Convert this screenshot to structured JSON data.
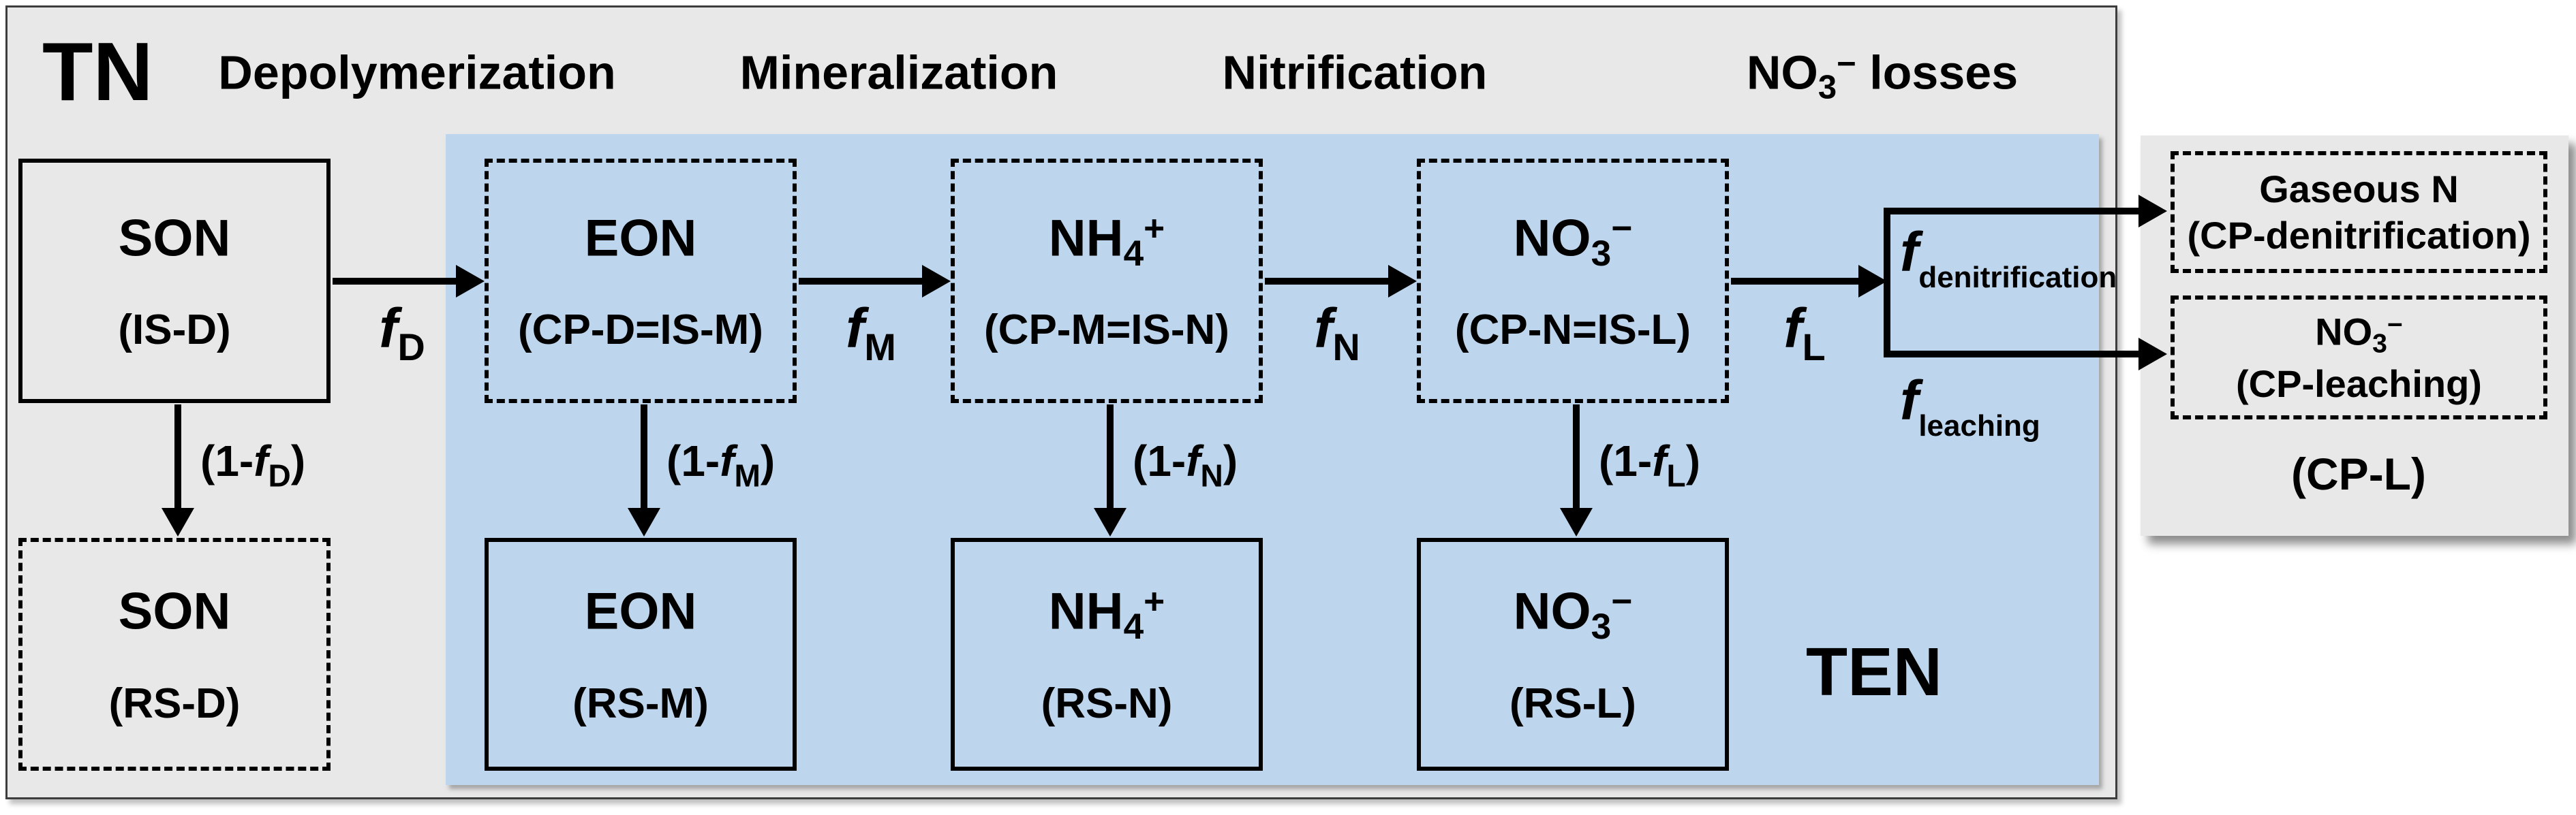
{
  "title": "TN",
  "ten_label": "TEN",
  "headings": [
    {
      "pre": "Depolymerization",
      "sub": "",
      "sup": "",
      "post": ""
    },
    {
      "pre": "Mineralization",
      "sub": "",
      "sup": "",
      "post": ""
    },
    {
      "pre": "Nitrification",
      "sub": "",
      "sup": "",
      "post": ""
    },
    {
      "pre": "NO",
      "sub": "3",
      "sup": "−",
      "post": " losses"
    }
  ],
  "columns": [
    {
      "top": {
        "main": "SON",
        "sub": "",
        "sup": "",
        "paren": "(IS-D)"
      },
      "bottom": {
        "main": "SON",
        "sub": "",
        "sup": "",
        "paren": "(RS-D)"
      },
      "flow": {
        "symbol": "f",
        "sub": "D"
      },
      "branch": {
        "open": "(1-",
        "symbol": "f",
        "sub": "D",
        "close": ")"
      }
    },
    {
      "top": {
        "main": "EON",
        "sub": "",
        "sup": "",
        "paren": "(CP-D=IS-M)"
      },
      "bottom": {
        "main": "EON",
        "sub": "",
        "sup": "",
        "paren": "(RS-M)"
      },
      "flow": {
        "symbol": "f",
        "sub": "M"
      },
      "branch": {
        "open": "(1-",
        "symbol": "f",
        "sub": "M",
        "close": ")"
      }
    },
    {
      "top": {
        "main": "NH",
        "sub": "4",
        "sup": "+",
        "paren": "(CP-M=IS-N)"
      },
      "bottom": {
        "main": "NH",
        "sub": "4",
        "sup": "+",
        "paren": "(RS-N)"
      },
      "flow": {
        "symbol": "f",
        "sub": "N"
      },
      "branch": {
        "open": "(1-",
        "symbol": "f",
        "sub": "N",
        "close": ")"
      }
    },
    {
      "top": {
        "main": "NO",
        "sub": "3",
        "sup": "−",
        "paren": "(CP-N=IS-L)"
      },
      "bottom": {
        "main": "NO",
        "sub": "3",
        "sup": "−",
        "paren": "(RS-L)"
      },
      "flow": {
        "symbol": "f",
        "sub": "L"
      },
      "branch": {
        "open": "(1-",
        "symbol": "f",
        "sub": "L",
        "close": ")"
      }
    }
  ],
  "losses": {
    "denitrification": {
      "symbol": "f",
      "sub": "denitrification"
    },
    "leaching": {
      "symbol": "f",
      "sub": "leaching"
    },
    "gaseous_box": {
      "line1": "Gaseous N",
      "line2": "(CP-denitrification)"
    },
    "nitrate_box": {
      "pre": "NO",
      "sub": "3",
      "sup": "−",
      "line2": "(CP-leaching)"
    },
    "group_label": "(CP-L)"
  },
  "colors": {
    "outer_gray": "#E9E8E8",
    "ten_blue": "#BDD6EE",
    "line_black": "#000000"
  }
}
